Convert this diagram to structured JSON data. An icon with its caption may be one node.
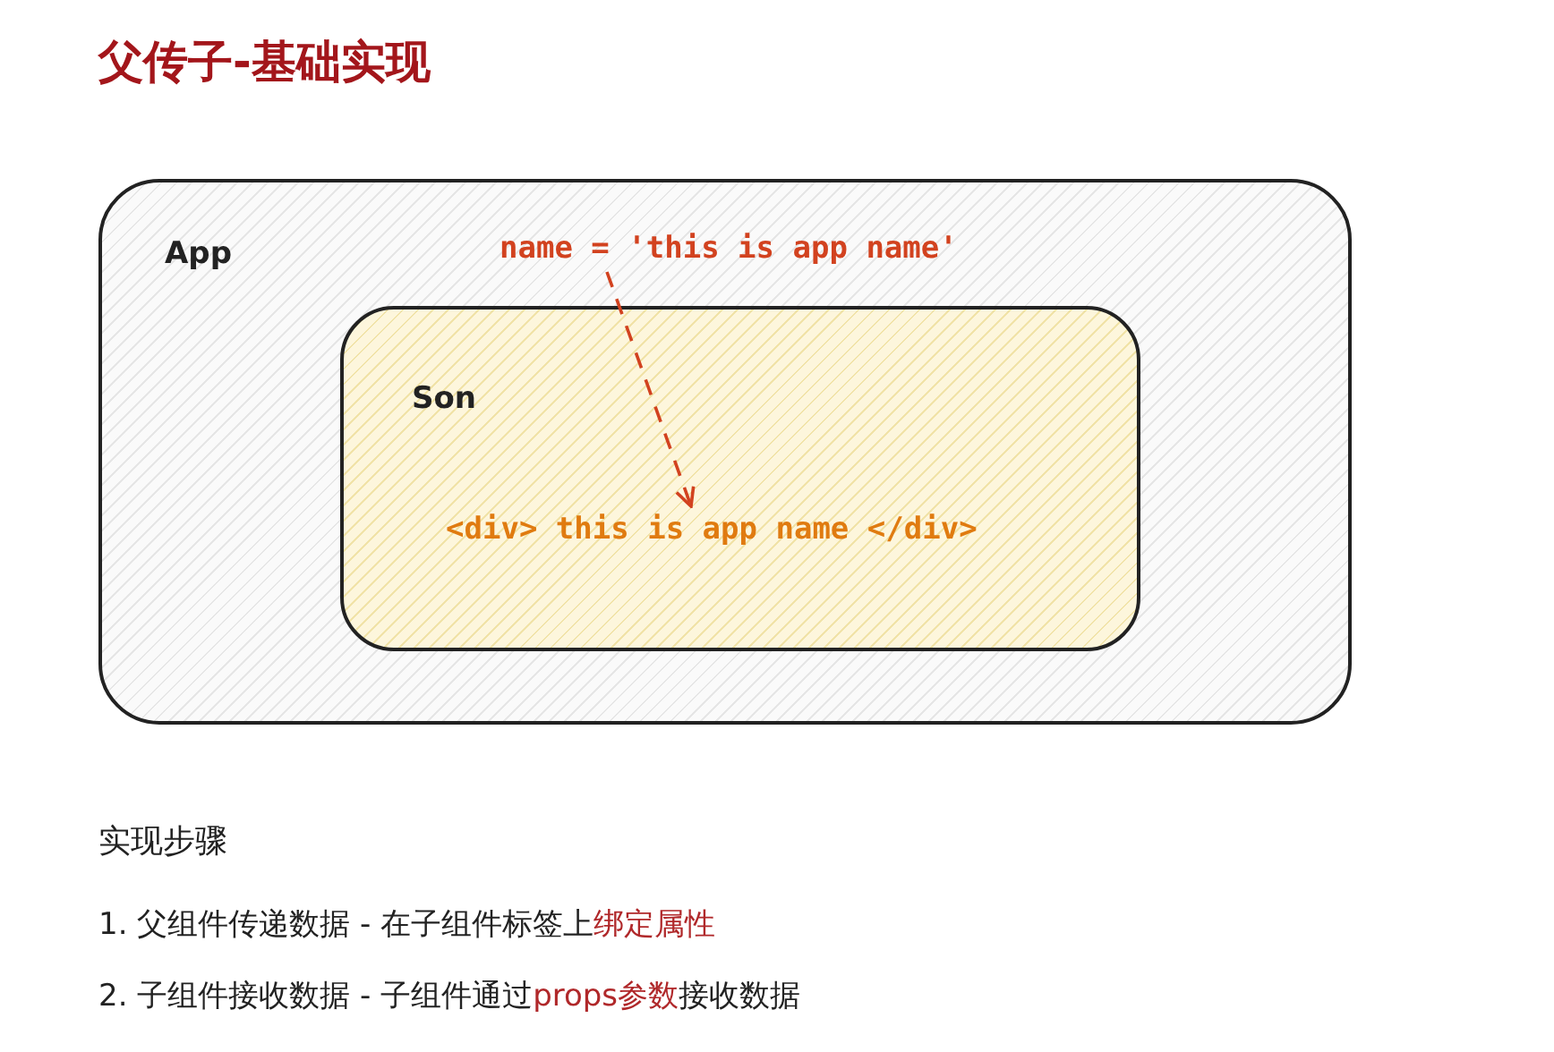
{
  "diagram": {
    "title": "父传子-基础实现",
    "nodes": [
      {
        "text": [
          "App"
        ]
      },
      {
        "text": [
          "Son"
        ],
        "in": 0
      },
      {
        "text": [
          "name = 'this is app name'"
        ],
        "in": 0
      },
      {
        "text": [
          "<div> this is app name </div>"
        ],
        "in": 1
      }
    ],
    "edges": [
      {
        "from": 2,
        "to": 3,
        "arrow": "to",
        "style": "dashed",
        "color": "#d2421f"
      }
    ],
    "labels": [
      "实现步骤",
      "1. 父组件传递数据 - 在子组件标签上**绑定属性**",
      "2. 子组件接收数据 - 子组件通过**props参数**接收数据"
    ]
  }
}
